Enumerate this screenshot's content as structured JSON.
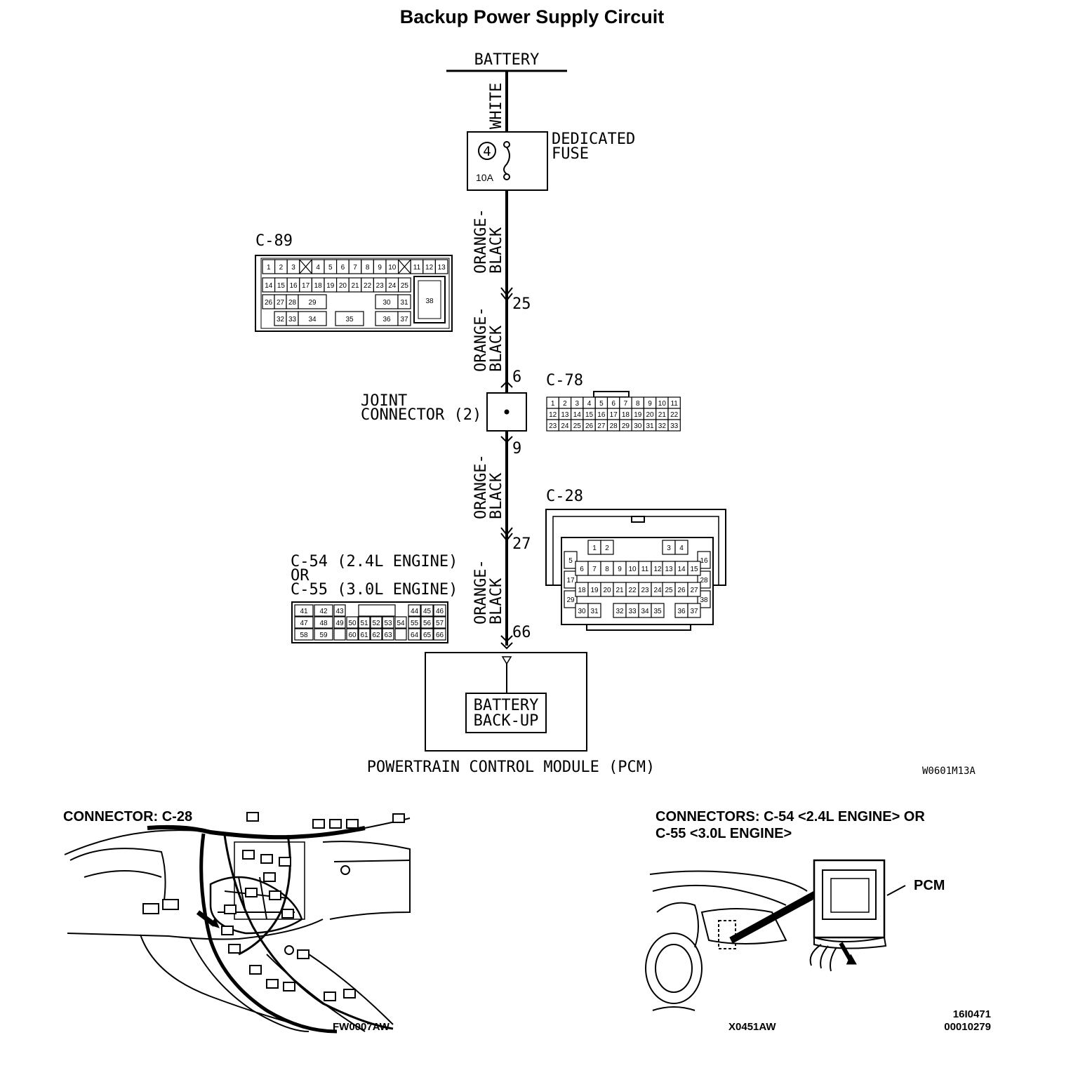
{
  "title": "Backup Power Supply Circuit",
  "battery": "BATTERY",
  "wires": {
    "white": "WHITE",
    "orange_black": [
      "ORANGE-",
      "BLACK"
    ]
  },
  "fuse": {
    "number": "4",
    "rating": "10A",
    "label": [
      "DEDICATED",
      "FUSE"
    ]
  },
  "pins": {
    "p25": "25",
    "p6": "6",
    "p9": "9",
    "p27": "27",
    "p66": "66"
  },
  "joint_connector": [
    "JOINT",
    "CONNECTOR (2)"
  ],
  "connectors": {
    "c89": {
      "name": "C-89",
      "row1": [
        "1",
        "2",
        "3",
        "",
        "4",
        "5",
        "6",
        "7",
        "8",
        "9",
        "10",
        "",
        "11",
        "12",
        "13"
      ],
      "row2": [
        "14",
        "15",
        "16",
        "17",
        "18",
        "19",
        "20",
        "21",
        "22",
        "23",
        "24",
        "25"
      ],
      "row3": [
        "26",
        "27",
        "28",
        "29",
        "30",
        "31"
      ],
      "row4": [
        "32",
        "33",
        "34",
        "35",
        "36",
        "37"
      ],
      "big": "38"
    },
    "c78": {
      "name": "C-78",
      "row1": [
        "1",
        "2",
        "3",
        "4",
        "5",
        "6",
        "7",
        "8",
        "9",
        "10",
        "11"
      ],
      "row2": [
        "12",
        "13",
        "14",
        "15",
        "16",
        "17",
        "18",
        "19",
        "20",
        "21",
        "22"
      ],
      "row3": [
        "23",
        "24",
        "25",
        "26",
        "27",
        "28",
        "29",
        "30",
        "31",
        "32",
        "33"
      ]
    },
    "c28": {
      "name": "C-28",
      "row1": [
        "1",
        "2",
        "3",
        "4"
      ],
      "row2": [
        "6",
        "7",
        "8",
        "9",
        "10",
        "11",
        "12",
        "13",
        "14",
        "15"
      ],
      "row3": [
        "18",
        "19",
        "20",
        "21",
        "22",
        "23",
        "24",
        "25",
        "26",
        "27"
      ],
      "row4": [
        "30",
        "31",
        "32",
        "33",
        "34",
        "35",
        "36",
        "37"
      ],
      "left": [
        "5",
        "17",
        "29"
      ],
      "right": [
        "16",
        "28",
        "38"
      ]
    },
    "c54": {
      "name": [
        "C-54 (2.4L ENGINE)",
        "OR",
        "C-55 (3.0L ENGINE)"
      ],
      "row1": [
        "41",
        "42",
        "43",
        "",
        "",
        "",
        "",
        "",
        "44",
        "45",
        "46"
      ],
      "row2": [
        "47",
        "48",
        "49",
        "50",
        "51",
        "52",
        "53",
        "54",
        "55",
        "56",
        "57"
      ],
      "row3": [
        "58",
        "59",
        "",
        "60",
        "61",
        "62",
        "63",
        "",
        "64",
        "65",
        "66"
      ]
    }
  },
  "pcm": {
    "inner": [
      "BATTERY",
      "BACK-UP"
    ],
    "label": "POWERTRAIN CONTROL MODULE (PCM)"
  },
  "figure_code": "W0601M13A",
  "bottom_left": {
    "caption": "CONNECTOR: C-28",
    "code": "FW0007AW"
  },
  "bottom_right": {
    "caption": [
      "CONNECTORS: C-54 <2.4L ENGINE> OR",
      "C-55 <3.0L ENGINE>"
    ],
    "pcm_label": "PCM",
    "code": "X0451AW",
    "page_codes": [
      "16I0471",
      "00010279"
    ]
  }
}
